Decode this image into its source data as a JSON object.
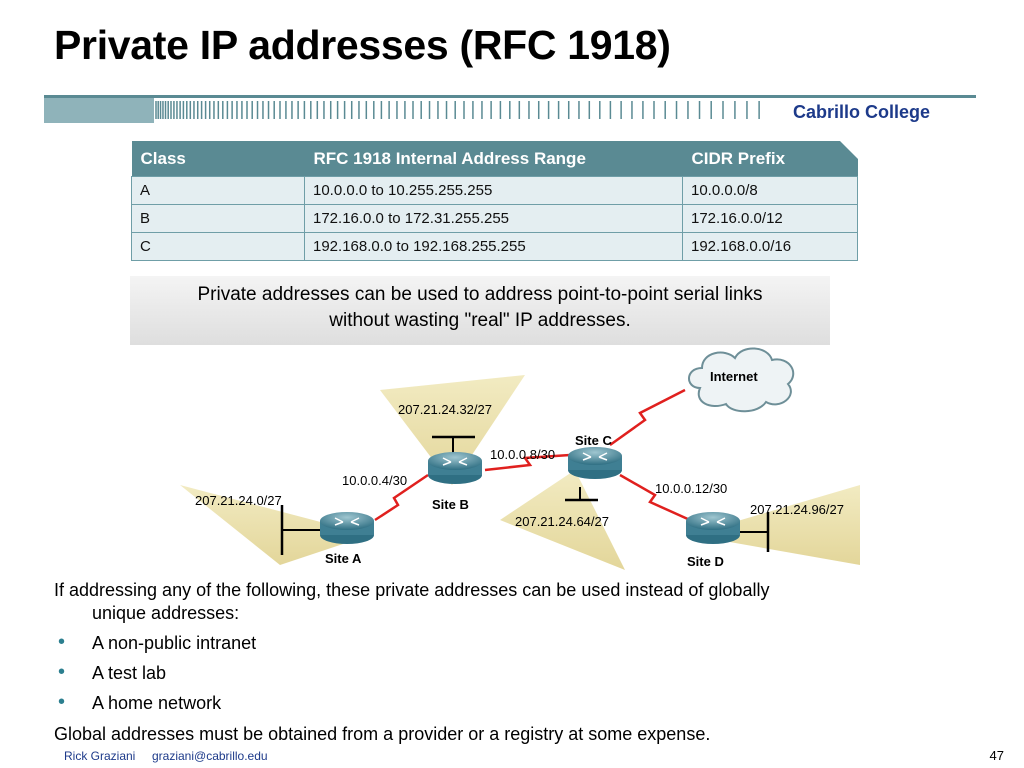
{
  "title": "Private IP addresses (RFC 1918)",
  "college": "Cabrillo College",
  "table": {
    "headers": [
      "Class",
      "RFC 1918 Internal Address Range",
      "CIDR Prefix"
    ],
    "rows": [
      [
        "A",
        "10.0.0.0 to 10.255.255.255",
        "10.0.0.0/8"
      ],
      [
        "B",
        "172.16.0.0 to 172.31.255.255",
        "172.16.0.0/12"
      ],
      [
        "C",
        "192.168.0.0 to 192.168.255.255",
        "192.168.0.0/16"
      ]
    ]
  },
  "note": {
    "line1": "Private addresses can be used to address point-to-point serial links",
    "line2": "without wasting \"real\" IP addresses."
  },
  "diagram": {
    "cloud_label": "Internet",
    "routers": [
      "Site A",
      "Site B",
      "Site C",
      "Site D"
    ],
    "lan_a": "207.21.24.0/27",
    "lan_b": "207.21.24.32/27",
    "lan_c": "207.21.24.64/27",
    "lan_d": "207.21.24.96/27",
    "link_ab": "10.0.0.4/30",
    "link_bc": "10.0.0.8/30",
    "link_cd": "10.0.0.12/30"
  },
  "body": {
    "intro_line1": "If addressing any of the following, these private addresses can be used instead of globally",
    "intro_line2": "unique addresses:",
    "bullets": [
      "A non-public intranet",
      "A test lab",
      "A home network"
    ],
    "bullet_glyph": "•",
    "closing": "Global addresses must be obtained from a provider or a registry at some expense."
  },
  "footer": {
    "author": "Rick Graziani",
    "email": "graziani@cabrillo.edu",
    "page": "47"
  },
  "colors": {
    "accent": "#5a8a93",
    "link_serial": "#e0201e",
    "college_text": "#1d3a8a"
  }
}
